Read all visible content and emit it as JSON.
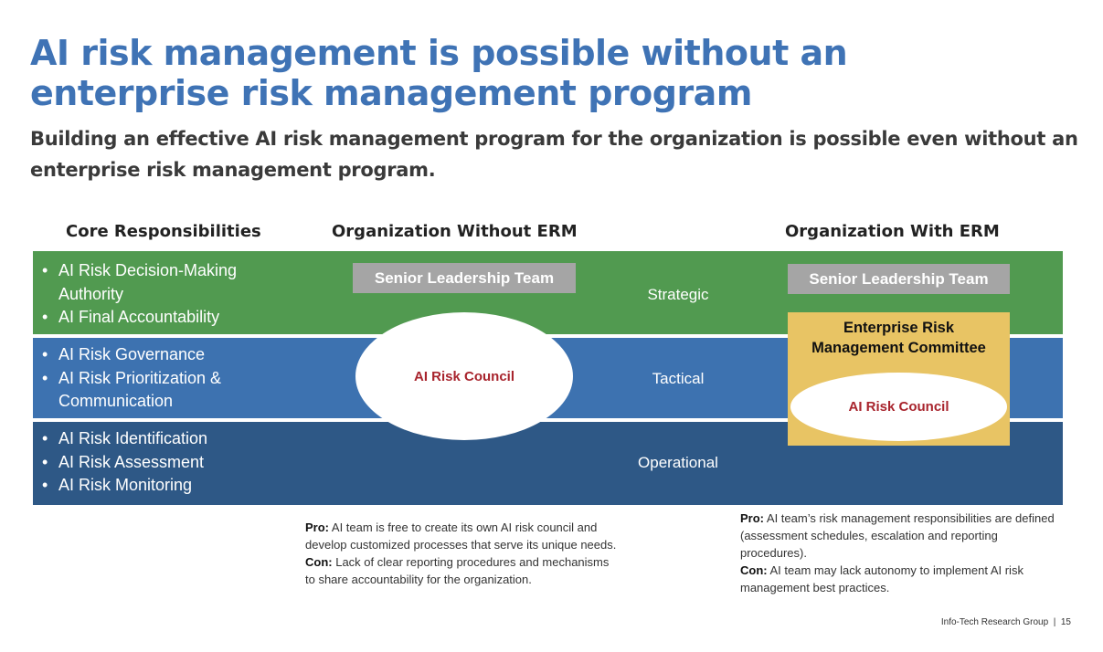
{
  "header": {
    "title": "AI risk management is possible without an enterprise risk management program",
    "subtitle": "Building an effective AI risk management program for the organization is possible even without an enterprise risk management program."
  },
  "columns": {
    "core": "Core Responsibilities",
    "without_erm": "Organization Without ERM",
    "with_erm": "Organization With ERM"
  },
  "bands": [
    {
      "level": "Strategic",
      "color": "#519a50",
      "responsibilities": [
        "AI Risk Decision-Making Authority",
        "AI Final Accountability"
      ]
    },
    {
      "level": "Tactical",
      "color": "#3d72b0",
      "responsibilities": [
        "AI Risk Governance",
        "AI Risk Prioritization & Communication"
      ]
    },
    {
      "level": "Operational",
      "color": "#2e5886",
      "responsibilities": [
        "AI Risk Identification",
        "AI Risk Assessment",
        "AI Risk Monitoring"
      ]
    }
  ],
  "without_erm": {
    "senior_leadership": "Senior Leadership Team",
    "council": "AI Risk Council",
    "pro_label": "Pro:",
    "pro_text": " AI team is free to create its own AI risk council and develop customized processes that serve its unique needs.",
    "con_label": "Con:",
    "con_text": " Lack of clear reporting procedures and mechanisms to share accountability for the organization."
  },
  "with_erm": {
    "senior_leadership": "Senior Leadership Team",
    "committee": "Enterprise Risk Management Committee",
    "council": "AI Risk Council",
    "pro_label": "Pro:",
    "pro_text": " AI team’s risk management responsibilities are defined (assessment schedules, escalation and reporting procedures).",
    "con_label": "Con:",
    "con_text": " AI team may lack autonomy to implement AI risk management best practices."
  },
  "footer": {
    "org": "Info-Tech Research Group",
    "separator": "|",
    "page": "15"
  },
  "colors": {
    "title": "#3f73b5",
    "council_text": "#a8242d",
    "erm_box": "#e8c464",
    "slt_box": "#a5a5a5"
  }
}
